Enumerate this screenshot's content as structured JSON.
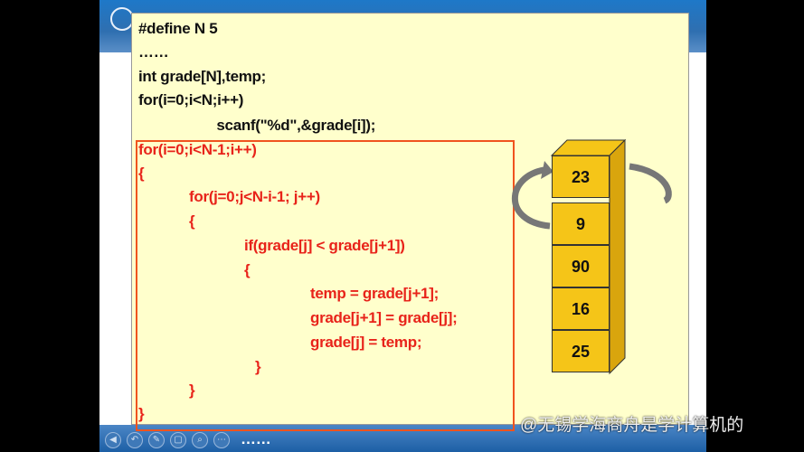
{
  "code_lines": [
    "#define N 5",
    "……",
    "int grade[N],temp;",
    "for(i=0;i<N;i++)",
    "        scanf(\"%d\",&grade[i]);"
  ],
  "highlighted_lines": [
    "for(i=0;i<N-1;i++)",
    "{",
    "for(j=0;j<N-i-1; j++)",
    "{",
    "if(grade[j] < grade[j+1])",
    "{",
    "temp = grade[j+1];",
    "grade[j+1] = grade[j];",
    "grade[j] = temp;",
    "}",
    "}",
    "}"
  ],
  "trailing": "……",
  "array_values": [
    "23",
    "9",
    "90",
    "16",
    "25"
  ],
  "watermark": "@无锡学海商舟是学计算机的",
  "colors": {
    "code_bg": "#ffffcc",
    "highlight": "#e8231a",
    "cube": "#f5c518",
    "header": "#2f6fb0"
  }
}
